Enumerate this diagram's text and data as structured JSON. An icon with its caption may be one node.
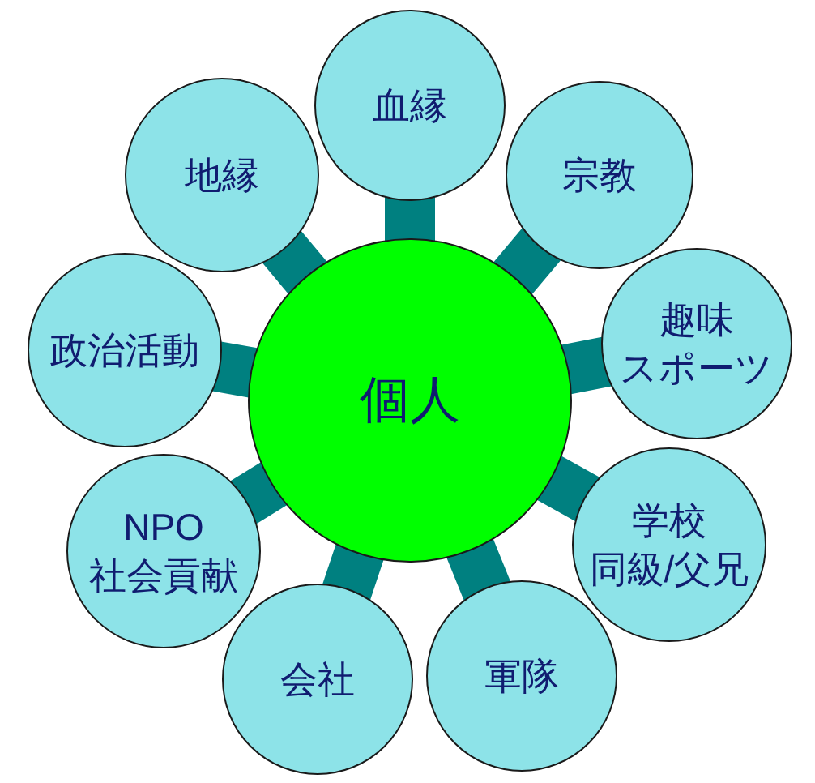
{
  "diagram": {
    "nodes": [
      {
        "text": [
          "個人"
        ]
      },
      {
        "text": [
          "血縁"
        ]
      },
      {
        "text": [
          "宗教"
        ]
      },
      {
        "text": [
          "趣味",
          "スポーツ"
        ]
      },
      {
        "text": [
          "学校",
          "同級/父兄"
        ]
      },
      {
        "text": [
          "軍隊"
        ]
      },
      {
        "text": [
          "会社"
        ]
      },
      {
        "text": [
          "NPO",
          "社会貢献"
        ]
      },
      {
        "text": [
          "政治活動"
        ]
      },
      {
        "text": [
          "地縁"
        ]
      }
    ],
    "edges": [
      {
        "from": 0,
        "to": 1,
        "arrow": "none"
      },
      {
        "from": 0,
        "to": 2,
        "arrow": "none"
      },
      {
        "from": 0,
        "to": 3,
        "arrow": "none"
      },
      {
        "from": 0,
        "to": 4,
        "arrow": "none"
      },
      {
        "from": 0,
        "to": 5,
        "arrow": "none"
      },
      {
        "from": 0,
        "to": 6,
        "arrow": "none"
      },
      {
        "from": 0,
        "to": 7,
        "arrow": "none"
      },
      {
        "from": 0,
        "to": 8,
        "arrow": "none"
      },
      {
        "from": 0,
        "to": 9,
        "arrow": "none"
      }
    ]
  }
}
